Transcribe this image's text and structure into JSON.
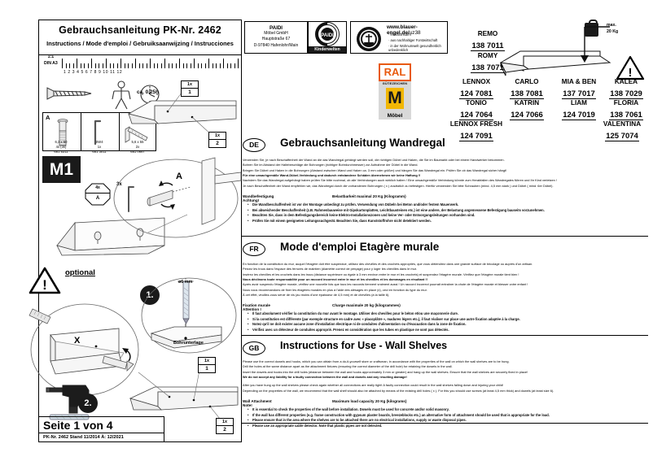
{
  "document": {
    "title": "Gebrauchsanleitung  PK-Nr. 2462",
    "subtitle": "Instructions / Mode d'emploi / Gebruiksaanwijzing / Instrucciones",
    "scale": "1:1",
    "paper": "DIN A3",
    "ruler_numbers": "1 2 3 4 5 6 7 8 9 10 11 12",
    "assembly_time": "ca. 0,25h"
  },
  "manufacturer": {
    "name": "PAIDI",
    "line1": "Möbel GmbH",
    "line2": "Hauptstraße 67",
    "line3": "D-97840 Hafenlohr/Main",
    "logo_text": "PAIDI",
    "tagline": "Kinderwelten"
  },
  "blue_angel": {
    "url_main": "www.blauer-engel.de/",
    "url_code": "uz38",
    "bullets": [
      "emissionsarm",
      "aus nachhaltiger Forstwirtschaft",
      "in der Wohnumwelt gesundheitlich unbedenklich"
    ],
    "seal_text": "BLAUER ENGEL"
  },
  "ral": {
    "top": "RAL",
    "sub": "GÜTEZEICHEN",
    "mark": "M",
    "label": "Möbel"
  },
  "load": {
    "max_label": "max.",
    "max_value": "20 Kg"
  },
  "models": [
    {
      "name": "REMO",
      "number": "138 7011"
    },
    {
      "name": "ROMY",
      "number": "138 7071"
    },
    {
      "name": "LENNOX",
      "number": "124 7081"
    },
    {
      "name": "CARLO",
      "number": "138 7081"
    },
    {
      "name": "MIA & BEN",
      "number": "137 7017"
    },
    {
      "name": "KALEA",
      "number": "138 7029"
    },
    {
      "name": "TONIO",
      "number": "124 7064"
    },
    {
      "name": "KATRIN",
      "number": "124 7066"
    },
    {
      "name": "LIAM",
      "number": "124 7019"
    },
    {
      "name": "FLORIA",
      "number": "138 7061"
    },
    {
      "name": "LENNOX FRESH",
      "number": "124 7091"
    },
    {
      "name": "VALENTINA",
      "number": "125 7074"
    }
  ],
  "parts": {
    "group_label": "A",
    "items": [
      {
        "size": "6,3 x 50",
        "qty": "4x (3x)",
        "article": "681 5311"
      },
      {
        "size": "SW4",
        "qty": "1x",
        "article": "681 3011"
      },
      {
        "size": "5,6 x 55",
        "qty": "2x",
        "article": "681 0667"
      }
    ]
  },
  "diagram": {
    "module": "M1",
    "octagon_top": "4x",
    "octagon_bottom": "A",
    "count_3x": "3x",
    "detail_letter": "A",
    "optional_label": "optional",
    "step1": "1.",
    "step2": "2.",
    "drill_diameter": "ø6 mm",
    "drill_support": "Bohrunterlage",
    "mark_x": "X",
    "callouts": [
      {
        "qty": "1x",
        "num": "1"
      },
      {
        "qty": "1x",
        "num": "2"
      }
    ]
  },
  "sections": {
    "de": {
      "flag": "DE",
      "heading": "Gebrauchsanleitung Wandregal",
      "paragraphs": [
        "Verwenden Sie, je nach Beschaffenheit der Wand an die das Wandregal gehängt werden soll, die richtigen Dübel und Haken, die Sie im Baumarkt oder bei einem Handwerker bekommen.",
        "Bohren Sie im Abstand der Haltebeschläge die Bohrungen (richtiger Bohrdurchmesser) zur Aufnahme der Dübel in die Wand.",
        "Bringen Sie Dübel und Haken in die Bohrungen (Abstand zwischen Wand und Haken ca. 3 mm oder größer) und hängen Sie das Wandregal ein. Prüfen Sie ob das Wandregal sicher hängt!"
      ],
      "bold_line": "Für eine unsachgemäße Wand-Dübel-Verbindung und dadurch entstandene Schäden übernehmen wir keine Haftung !!",
      "paragraphs2": [
        "Nachdem Sie das Wandregal aufgehängt haben prüfen Sie bitte nochmal, ob alle Verbindungen auch wirklich halten ! Eine unsachgemäße Verbindung könnte zum Herabfallen des Wandregales führen und Ihr Kind verletzen !",
        "Je nach Beschaffenheit der Wand empfehlen wir, das Wandregal durch die vorhandenen Bohrungen ( x ) zusätzlich zu befestigen. Hierfür verwenden Sie bitte Schrauben (mind. 4,5 mm stark ) und Dübel ( mind. 6er Dübel)."
      ],
      "attach_label": "Wandbefestigung",
      "capacity_label": "Belastbarkeit maximal 20 Kg (Kilogramm)",
      "note_label": "Achtung!",
      "bullets": [
        "Die Wandbeschaffenheit ist vor der Montage unbedingt zu prüfen. Verwendung von Dübeln bei Beton und/oder festem Mauerwerk.",
        "Bei abweichender Beschaffenheit (z.B. Rahmenbauweise mit Gipskartonplatten, Leichtbausteinen etc.) ist eine andere, der Belastung angemessene Befestigung bauseits vorzunehmen.",
        "Beachten Sie, dass in dem Befestigungsbereich keine Elektro-Installationszonen und keine Ver- oder Entsorgungsleitungen vorhanden sind.",
        "Prüfen Sie mit einem geeigneten Leitungssuchgerät. Beachten Sie, dass Kunststoffrohre nicht detektiert werden."
      ]
    },
    "fr": {
      "flag": "FR",
      "heading": "Mode d'emploi Etagère murale",
      "paragraphs": [
        "En fonction de la constitution du mur, auquel l'étagère doit être suspendue, utilisez des chevilles et des crochets appropriés, que vous obtiendrez dans une grande surface de bricolage ou auprès d'un artisan.",
        "Percez les trous dans l'espace des ferrures de maintien (diamètre correct de perçage) pour y loger les chevilles dans le mur.",
        "Insérez les chevilles et les crochets dans les trous (distance supérieure ou égale à 3 mm environ entre le mur et les crochets) et suspendez l'étagère murale. Vérifiez que l'étagère murale tient bien !"
      ],
      "bold_line": "Nous déclinons toute responsabilité pour un raccord incorrect entre le mur et les chevilles et les dommages en résultant !!",
      "paragraphs2": [
        "Après avoir suspendu l'étagère murale, vérifiez une nouvelle fois que tous les raccords tiennent vraiment aussi ! Un raccord incorrect pourrait entraîner la chute de l'étagère murale et blesser votre enfant !",
        "Nous vous recommandons de fixer les étagères murales en plus à l'aide des alésages en place (x), ceci en fonction du type du mur.",
        "À cet effet, veuillez-vous servir de vis (au moins d'une épaisseur de 4,5 mm) et de chevilles (à la taille 6)."
      ],
      "attach_label": "Fixation murale",
      "capacity_label": "Charge maximale 20 kg (kilogrammes)",
      "note_label": "Attention !",
      "bullets": [
        "Il faut absolument vérifier la constitution du mur avant le montage. Utiliser des chevilles pour le béton et/ou une maçonnerie dure.",
        "Si la constitution est différente (par exemple structure en cadre avec « placoplâtre », madures légers etc.), il faut réaliser sur place une autre fixation adaptée à la charge.",
        "Notez qu'il ne doit exister aucune zone d'installation électrique ni de conduites d'alimentation ou d'évacuation dans la zone de fixation.",
        "Vérifiez avec un détecteur de conduites approprié. Prenez en considération que les tubes en plastique ne sont pas détectés."
      ]
    },
    "gb": {
      "flag": "GB",
      "heading": "Instructions for Use - Wall Shelves",
      "paragraphs": [
        "Please use the correct dowels and hooks, which you can obtain from a do-it-yourself store or craftsman, in accordance with the properties of the wall on which the wall shelves are to be hung.",
        "Drill the holes at the same distance apart as the attachment fixtures (ensuring the correct diameter of the drill hole) for retaining the dowels in the wall.",
        "Insert the dowels and hooks into the drill holes (distance between the wall and hooks approximately 3 mm or greater) and hang up the wall shelves. Ensure that the wall shelves are securely fixed in place!"
      ],
      "bold_line": "We do not accept any liability for a faulty connection between the wall and dowels and any resulting damage!",
      "paragraphs2": [
        "After you have hung up the wall shelves please check again whether all connections are really tight! A faulty connection could result in the wall shelves falling down and injuring your child!",
        "Depending on the properties of the wall, we recommend that the wall shelf should also be attached by means of the existing drill holes ( x ). For this you should use screws (at least 4,5 mm thick) and dowels (at least size 6)."
      ],
      "attach_label": "Wall Attachment",
      "capacity_label": "Maximum load capacity 20 Kg (kilograms)",
      "note_label": "Note!",
      "bullets": [
        "It is essential to check the properties of the wall before installation. Dowels must be used for concrete and/or solid masonry.",
        "If the wall has different properties (e.g. frame construction with gypsum plaster boards, breezeblocks etc.) an alternative form of attachment should be used that is appropriate for the load.",
        "Please ensure that in the area where the shelves are to be attached there are no electrical installations, supply or waste disposal pipes.",
        "Please use an appropriate cable detector. Note that plastic pipes are not detected."
      ]
    }
  },
  "footer": {
    "page": "Seite 1 von 4",
    "meta": "PK-Nr. 2462   Stand 11/2014   Ä: 12/2021"
  }
}
